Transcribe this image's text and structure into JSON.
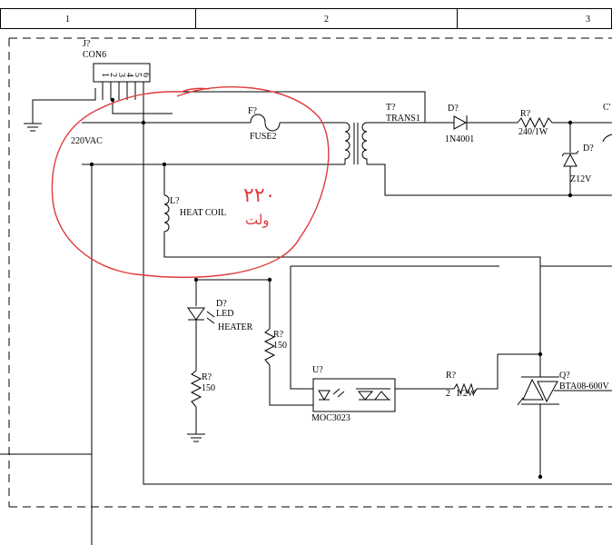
{
  "zones": [
    "1",
    "2",
    "3"
  ],
  "connector": {
    "ref": "J?",
    "part": "CON6",
    "pins": [
      "1",
      "2",
      "3",
      "4",
      "5",
      "6"
    ]
  },
  "supply_label": "220VAC",
  "fuse": {
    "ref": "F?",
    "value": "FUSE2"
  },
  "transformer": {
    "ref": "T?",
    "value": "TRANS1"
  },
  "diode": {
    "ref": "D?",
    "value": "1N4001"
  },
  "resistor_supply": {
    "ref": "R?",
    "value": "240/1W"
  },
  "zener": {
    "ref": "D?",
    "value": "Z12V"
  },
  "capacitor_ref_partial": "C'",
  "heat_coil": {
    "ref": "L?",
    "value": "HEAT COIL"
  },
  "led": {
    "ref": "D?",
    "value_line1": "LED",
    "value_line2": "HEATER"
  },
  "resistor_led": {
    "ref": "R?",
    "value": "150"
  },
  "resistor_gate_feed": {
    "ref": "R?",
    "value": "150"
  },
  "optocoupler": {
    "ref": "U?",
    "value": "MOC3023"
  },
  "resistor_triac": {
    "ref": "R?",
    "value_a": "2",
    "value_b": "1/2W"
  },
  "triac": {
    "ref": "Q?",
    "value": "BTA08-600V"
  },
  "annotation": {
    "text_line1": "۲۲۰",
    "text_line2": "ولت"
  },
  "colors": {
    "ink": "#000000",
    "annotation": "#e03b3b",
    "border": "#000000"
  }
}
